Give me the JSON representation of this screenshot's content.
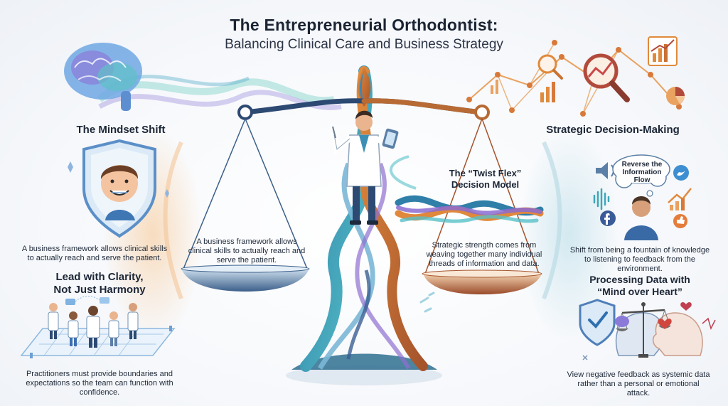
{
  "header": {
    "title": "The Entrepreneurial Orthodontist:",
    "subtitle": "Balancing Clinical Care and Business Strategy"
  },
  "left": {
    "mindset": {
      "heading": "The Mindset Shift",
      "body": "A business framework allows clinical skills to actually reach and serve the patient."
    },
    "clarity": {
      "heading_line1": "Lead with Clarity,",
      "heading_line2": "Not Just Harmony",
      "body": "Practitioners must provide boundaries and expectations so the team can function with confidence."
    }
  },
  "center": {
    "left_pan_text": "A business framework allows clinical skills to actually reach and serve the patient.",
    "twist_flex": {
      "heading_line1": "The “Twist Flex”",
      "heading_line2": "Decision Model",
      "body": "Strategic strength comes from weaving together many individual threads of information and data."
    }
  },
  "right": {
    "strategic": {
      "heading": "Strategic Decision-Making",
      "bubble": "Reverse the Information Flow",
      "body": "Shift from being a fountain of knowledge to listening to feedback from the environment."
    },
    "processing": {
      "heading_line1": "Processing Data with",
      "heading_line2": "“Mind over Heart”",
      "body": "View negative feedback as systemic data rather than a personal or emotional attack."
    }
  },
  "colors": {
    "teal": "#3fa6b8",
    "navy": "#2d4a73",
    "copper": "#c2773f",
    "orange": "#e6893b",
    "purple": "#8a6bd1",
    "red": "#c94848"
  },
  "icons": {
    "brain": "brain-icon",
    "shield_smile": "shield-smile-icon",
    "team": "team-icon",
    "doctor": "doctor-icon",
    "scale": "balance-scale-icon",
    "braid": "braided-threads-icon",
    "analytics": "analytics-network-icon",
    "speaker": "speaker-icon",
    "twitter": "twitter-icon",
    "facebook": "facebook-icon",
    "listener": "listener-icon",
    "mind_heart": "mind-heart-icon"
  }
}
